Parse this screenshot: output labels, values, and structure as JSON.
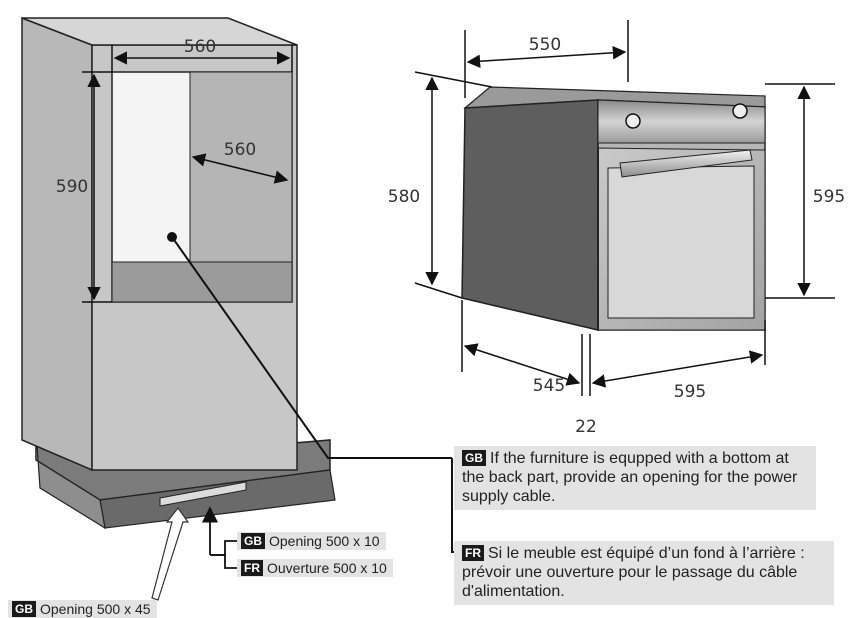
{
  "dimensions": {
    "cabinet_width": "560",
    "cabinet_depth": "560",
    "cabinet_height": "590",
    "oven_depth_top": "550",
    "oven_body_height": "580",
    "oven_front_height": "595",
    "oven_depth_bottom": "545",
    "oven_front_width": "595",
    "door_thickness": "22"
  },
  "notes": {
    "gb_tag": "GB",
    "fr_tag": "FR",
    "gb_text": "If the furniture is equpped with a bottom at the back part, provide an opening for the power supply cable.",
    "fr_text": "Si le meuble est équipé d’un fond à l’arrière : prévoir une ouverture pour le passage du câble d'alimentation."
  },
  "openings": {
    "gb_tag": "GB",
    "fr_tag": "FR",
    "gb_opening": "Opening 500 x 10",
    "fr_opening": "Ouverture 500 x 10",
    "gb_opening_bottom": "Opening 500 x 45"
  }
}
